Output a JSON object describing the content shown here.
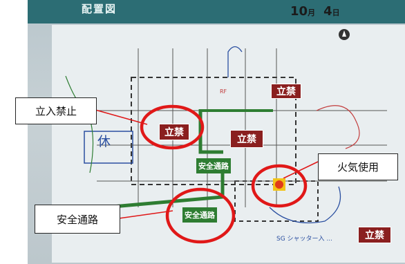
{
  "header": {
    "board_title": "配置図",
    "month": "10",
    "month_unit": "月",
    "day": "4",
    "day_unit": "日"
  },
  "callouts": {
    "no_entry": "立入禁止",
    "fire_use": "火気使用",
    "safe_passage": "安全通路"
  },
  "signs": {
    "no_entry_1": "立禁",
    "no_entry_2": "立禁",
    "no_entry_3": "立禁",
    "no_entry_4": "立禁",
    "safe_1": "安全通路",
    "safe_2": "安全通路"
  },
  "drawing": {
    "rest": "休",
    "rf_label": "RF",
    "bottom_note": "SG シャッター入 ..."
  },
  "colors": {
    "callout_circle": "#e01818",
    "no_entry_sign": "#8a1f1f",
    "safe_sign": "#2e7d32",
    "header_strip": "#2c6d74"
  }
}
